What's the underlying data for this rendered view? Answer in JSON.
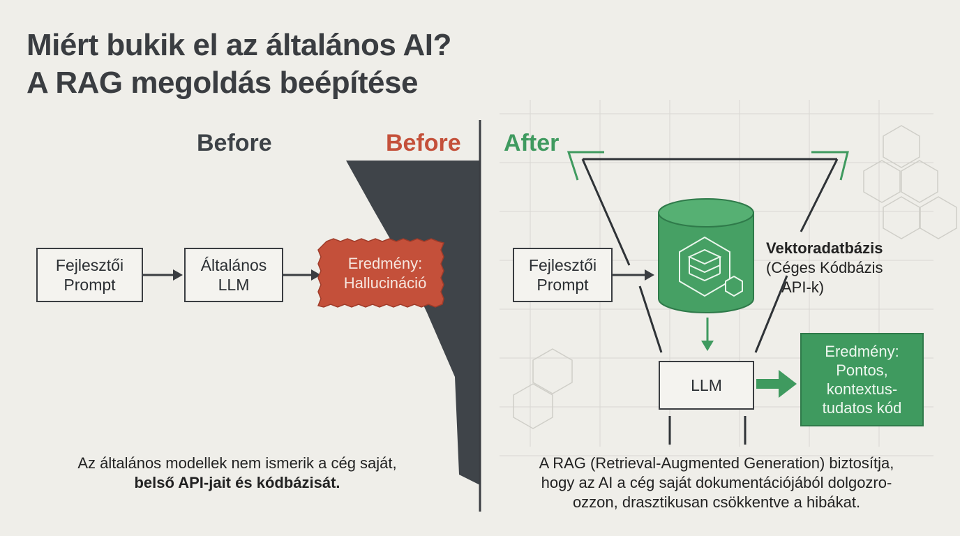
{
  "title": {
    "line1": "Miért bukik el az általános AI?",
    "line2": "A RAG megoldás beépítése"
  },
  "before": {
    "header_left": "Before",
    "header_right": "Before",
    "prompt_box": {
      "line1": "Fejlesztői",
      "line2": "Prompt"
    },
    "llm_box": {
      "line1": "Általános",
      "line2": "LLM"
    },
    "result": {
      "line1": "Eredmény:",
      "line2": "Hallucináció"
    },
    "caption": {
      "line1": "Az általános modellek nem ismerik a cég saját,",
      "line2": "belső API-jait és kódbázisát."
    }
  },
  "after": {
    "header": "After",
    "prompt_box": {
      "line1": "Fejlesztői",
      "line2": "Prompt"
    },
    "database": {
      "title": "Vektoradatbázis",
      "line2": "(Céges Kódbázis",
      "line3": "API-k)"
    },
    "llm_box": "LLM",
    "result": {
      "line1": "Eredmény:",
      "line2": "Pontos,",
      "line3": "kontextus-",
      "line4": "tudatos kód"
    },
    "caption": {
      "line1": "A RAG (Retrieval-Augmented Generation) biztosítja,",
      "line2": "hogy az AI a cég saját dokumentációjából dolgozro-",
      "line3": "ozzon, drasztikusan csökkentve a hibákat."
    }
  },
  "colors": {
    "background": "#efeee9",
    "dark": "#3a3d41",
    "red": "#c4503a",
    "green": "#3f9a5f"
  }
}
